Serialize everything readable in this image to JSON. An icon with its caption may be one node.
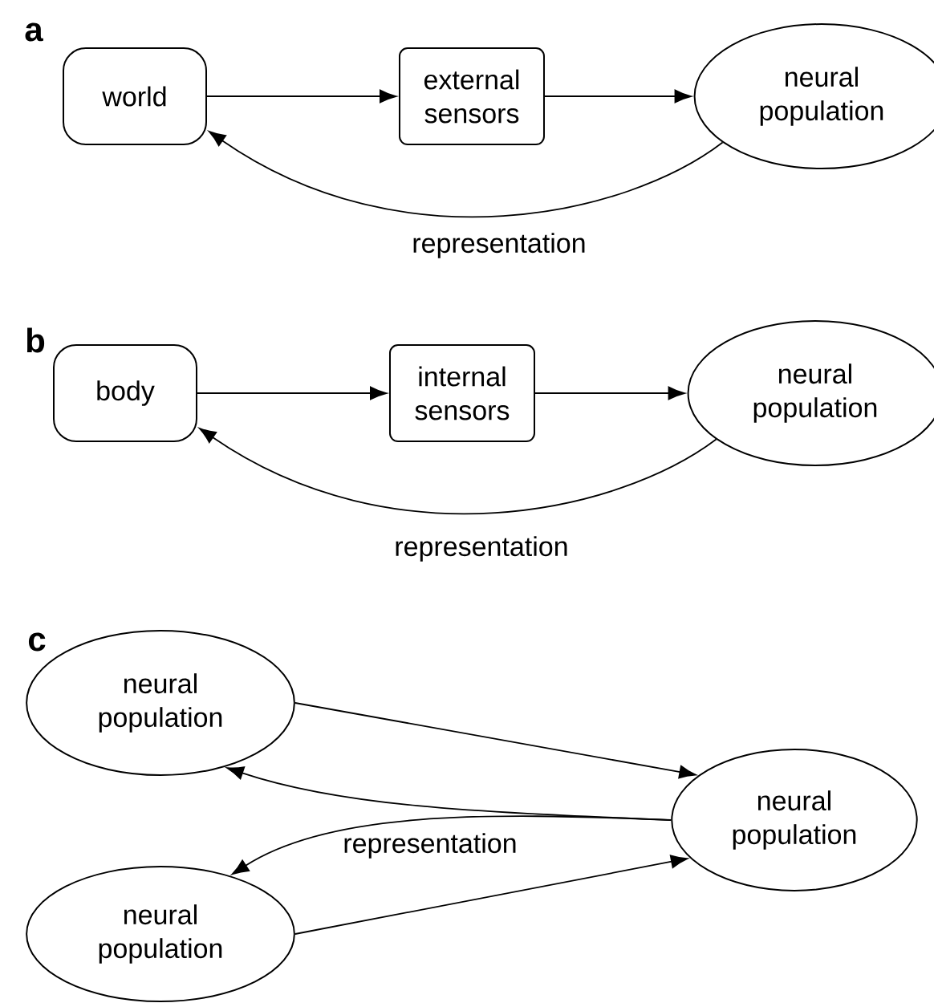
{
  "diagram": {
    "nodes": [
      {
        "text": [
          "world"
        ]
      },
      {
        "text": [
          "external sensors"
        ]
      },
      {
        "text": [
          "neural population"
        ]
      },
      {
        "text": [
          "body"
        ]
      },
      {
        "text": [
          "internal sensors"
        ]
      },
      {
        "text": [
          "neural population"
        ]
      },
      {
        "text": [
          "neural population"
        ]
      },
      {
        "text": [
          "neural population"
        ]
      },
      {
        "text": [
          "neural population"
        ]
      }
    ],
    "edges": [
      {
        "from": 0,
        "to": 1,
        "arrow": "to"
      },
      {
        "from": 1,
        "to": 2,
        "arrow": "to"
      },
      {
        "from": 2,
        "to": 0,
        "arrow": "to",
        "label": "representation"
      },
      {
        "from": 3,
        "to": 4,
        "arrow": "to"
      },
      {
        "from": 4,
        "to": 5,
        "arrow": "to"
      },
      {
        "from": 5,
        "to": 3,
        "arrow": "to",
        "label": "representation"
      },
      {
        "from": 6,
        "to": 8,
        "arrow": "to"
      },
      {
        "from": 7,
        "to": 8,
        "arrow": "to"
      },
      {
        "from": 8,
        "to": 6,
        "arrow": "to",
        "label": "representation"
      },
      {
        "from": 8,
        "to": 7,
        "arrow": "to"
      }
    ],
    "labels": [
      "a",
      "b",
      "c"
    ]
  }
}
